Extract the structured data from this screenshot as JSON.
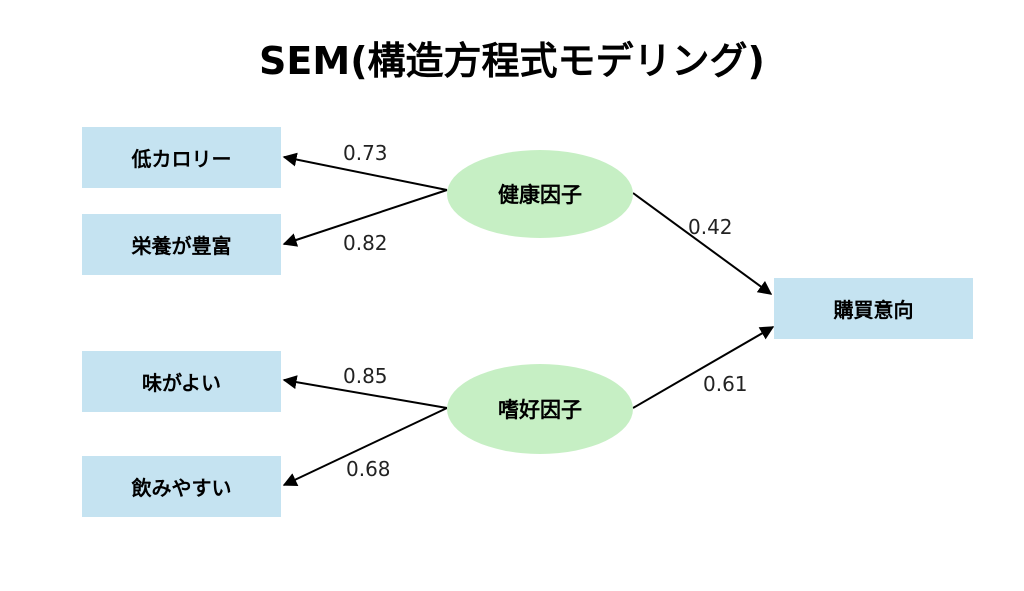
{
  "title": "SEM(構造方程式モデリング)",
  "observed": {
    "low_calorie": "低カロリー",
    "nutrition": "栄養が豊富",
    "tasty": "味がよい",
    "easy_drink": "飲みやすい",
    "purchase": "購買意向"
  },
  "factors": {
    "health": "健康因子",
    "preference": "嗜好因子"
  },
  "coefficients": {
    "health_low_calorie": "0.73",
    "health_nutrition": "0.82",
    "health_purchase": "0.42",
    "pref_tasty": "0.85",
    "pref_easy_drink": "0.68",
    "pref_purchase": "0.61"
  },
  "colors": {
    "observed_box": "#c5e3f1",
    "factor_ellipse": "#c6efc4",
    "arrow": "#000000"
  }
}
